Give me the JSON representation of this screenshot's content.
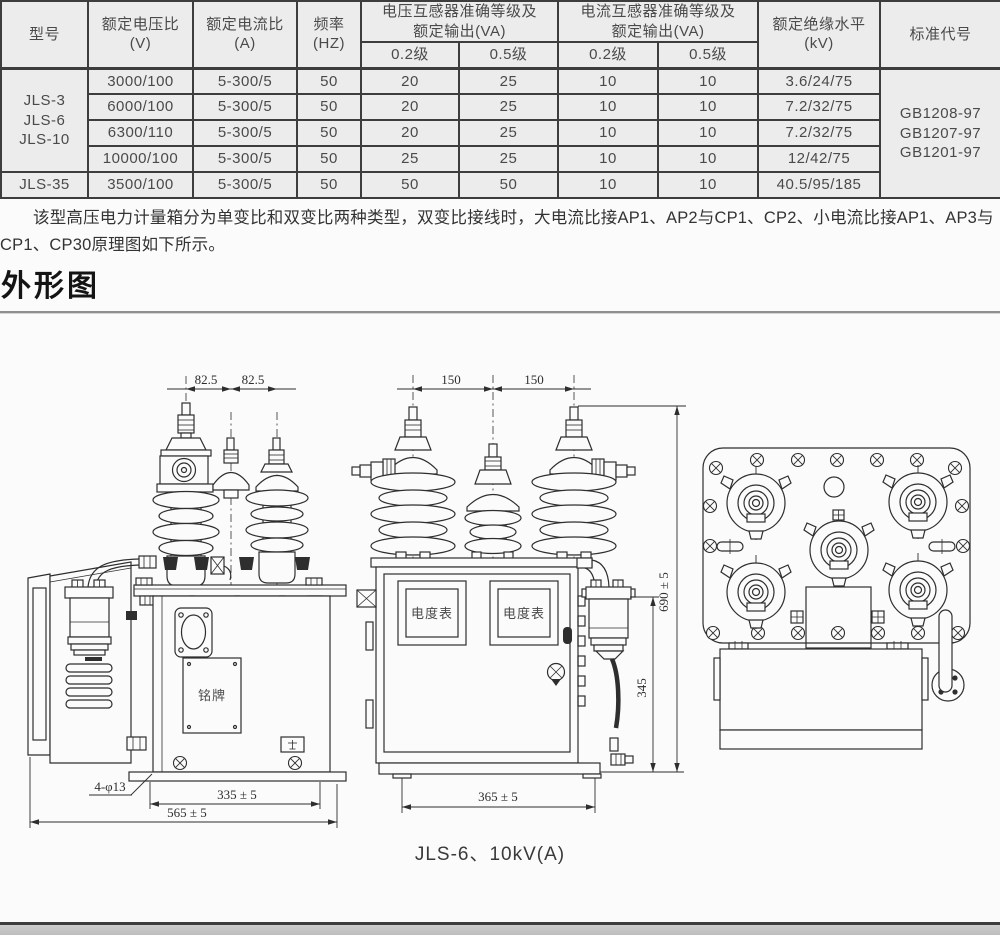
{
  "page": {
    "heading": "外形图",
    "paragraph": "该型高压电力计量箱分为单变比和双变比两种类型，双变比接线时，大电流比接AP1、AP2与CP1、CP2、小电流比接AP1、AP3与CP1、CP30原理图如下所示。",
    "caption": "JLS-6、10kV(A)"
  },
  "table": {
    "headers": {
      "model": "型号",
      "voltage_ratio": "额定电压比\n(V)",
      "current_ratio": "额定电流比\n(A)",
      "frequency": "频率\n(HZ)",
      "pt_accuracy": "电压互感器准确等级及\n额定输出(VA)",
      "ct_accuracy": "电流互感器准确等级及\n额定输出(VA)",
      "class02": "0.2级",
      "class05": "0.5级",
      "insulation": "额定绝缘水平\n(kV)",
      "standard": "标准代号"
    },
    "model_group1": "JLS-3\nJLS-6\nJLS-10",
    "model_group2": "JLS-35",
    "standard_codes": "GB1208-97\nGB1207-97\nGB1201-97",
    "rows": [
      [
        "3000/100",
        "5-300/5",
        "50",
        "20",
        "25",
        "10",
        "10",
        "3.6/24/75"
      ],
      [
        "6000/100",
        "5-300/5",
        "50",
        "20",
        "25",
        "10",
        "10",
        "7.2/32/75"
      ],
      [
        "6300/110",
        "5-300/5",
        "50",
        "20",
        "25",
        "10",
        "10",
        "7.2/32/75"
      ],
      [
        "10000/100",
        "5-300/5",
        "50",
        "25",
        "25",
        "10",
        "10",
        "12/42/75"
      ],
      [
        "3500/100",
        "5-300/5",
        "50",
        "50",
        "50",
        "10",
        "10",
        "40.5/95/185"
      ]
    ]
  },
  "drawings": {
    "left": {
      "pitch1": "82.5",
      "pitch2": "82.5",
      "holes": "4-φ13",
      "width_inner": "335 ± 5",
      "width_total": "565 ± 5",
      "nameplate": "铭牌"
    },
    "front": {
      "pitch1": "150",
      "pitch2": "150",
      "meter_label": "电度表",
      "width": "365 ± 5",
      "height_lower": "345",
      "height_total": "690 ± 5"
    }
  }
}
